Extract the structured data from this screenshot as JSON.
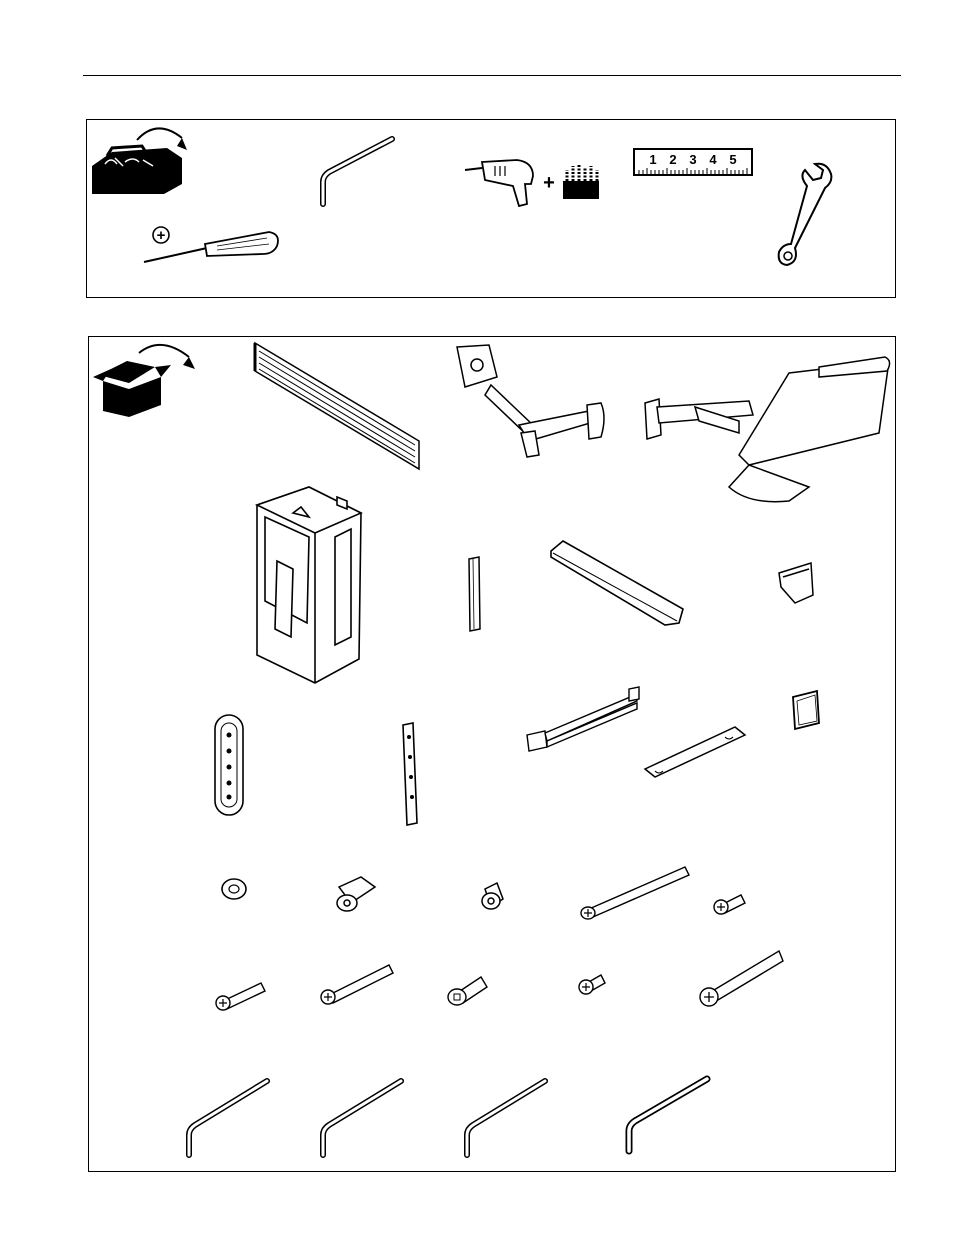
{
  "page": {
    "tools_section": {
      "icons": [
        "toolbox-icon",
        "hex-key-icon",
        "drill-icon",
        "drill-bits-icon",
        "ruler-icon",
        "wrench-icon",
        "phillips-screwdriver-icon"
      ],
      "plus_sign": "+",
      "phillips_symbol": "+",
      "ruler_numbers": [
        "1",
        "2",
        "3",
        "4",
        "5"
      ]
    },
    "parts_section": {
      "icons": [
        "open-box-icon",
        "wall-rail-icon",
        "monitor-arm-icon",
        "keyboard-arm-icon",
        "cpu-holder-icon",
        "rail-strip-icon",
        "wrist-rest-icon",
        "cable-clip-icon",
        "cover-plate-icon",
        "bracket-plate-icon",
        "rail-clamp-icon",
        "tray-plate-icon",
        "adhesive-pad-icon",
        "washer-icon",
        "spacer-long-icon",
        "spacer-short-icon",
        "bolt-long-icon",
        "screw-short-icon",
        "bolt-medium-icon",
        "bolt-medium-long-icon",
        "socket-screw-icon",
        "screw-tiny-icon",
        "bolt-large-icon",
        "hex-key-icon"
      ]
    }
  }
}
